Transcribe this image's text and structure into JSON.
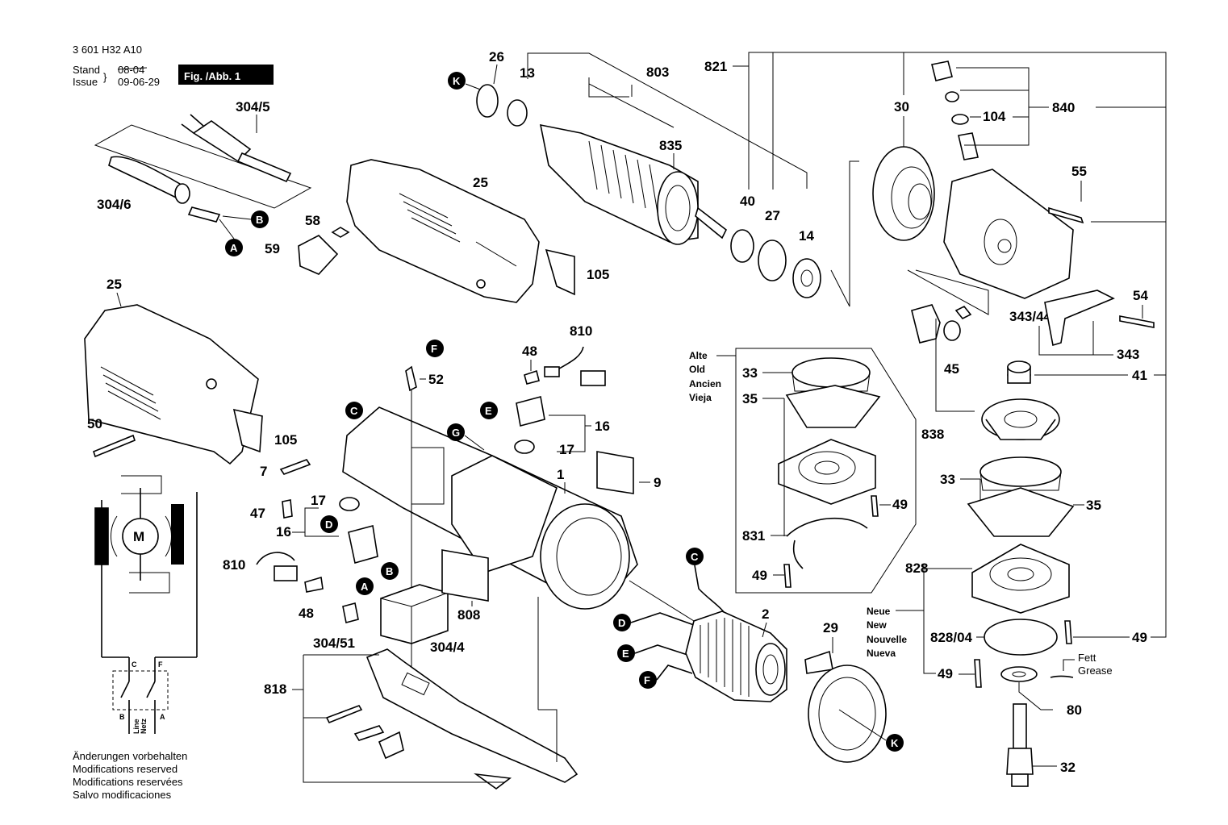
{
  "header": {
    "doc_number": "3 601 H32 A10",
    "stand_label": "Stand",
    "issue_label": "Issue",
    "old_date": "08-04",
    "new_date": "09-06-29",
    "figure_badge": "Fig. /Abb. 1"
  },
  "footer": {
    "line1": "Änderungen vorbehalten",
    "line2": "Modifications reserved",
    "line3": "Modifications reservées",
    "line4": "Salvo modificaciones"
  },
  "variants": {
    "old": [
      "Alte",
      "Old",
      "Ancien",
      "Vieja"
    ],
    "new": [
      "Neue",
      "New",
      "Nouvelle",
      "Nueva"
    ]
  },
  "grease_note": [
    "Fett",
    "Grease"
  ],
  "wiring": {
    "motor": "M",
    "c": "C",
    "f": "F",
    "b": "B",
    "a": "A",
    "line": "Line",
    "netz": "Netz"
  },
  "callouts": {
    "p26": "26",
    "p13": "13",
    "p803": "803",
    "p821": "821",
    "p835": "835",
    "p304_5": "304/5",
    "p304_6": "304/6",
    "p25a": "25",
    "p58": "58",
    "p59": "59",
    "p105a": "105",
    "p30": "30",
    "p40": "40",
    "p27": "27",
    "p14": "14",
    "p104": "104",
    "p840": "840",
    "p55": "55",
    "p54": "54",
    "p343_44": "343/44",
    "p343": "343",
    "p45": "45",
    "p41": "41",
    "p838": "838",
    "p25b": "25",
    "p50": "50",
    "p105b": "105",
    "p810a": "810",
    "p48a": "48",
    "p52": "52",
    "p16a": "16",
    "p17a": "17",
    "p7": "7",
    "p47": "47",
    "p17b": "17",
    "p16b": "16",
    "p1": "1",
    "p9": "9",
    "p810b": "810",
    "p48b": "48",
    "p304_51": "304/51",
    "p304_4": "304/4",
    "p808": "808",
    "p818": "818",
    "p33a": "33",
    "p35a": "35",
    "p49a": "49",
    "p831": "831",
    "p49b": "49",
    "p33b": "33",
    "p35b": "35",
    "p828": "828",
    "p828_04": "828/04",
    "p49c": "49",
    "p49d": "49",
    "p2": "2",
    "p29": "29",
    "p80": "80",
    "p32": "32"
  },
  "badges": {
    "K1": "K",
    "K2": "K",
    "B1": "B",
    "A1": "A",
    "F1": "F",
    "C1": "C",
    "E1": "E",
    "G1": "G",
    "D1": "D",
    "A2": "A",
    "B2": "B",
    "C2": "C",
    "D2": "D",
    "E2": "E",
    "F2": "F"
  }
}
